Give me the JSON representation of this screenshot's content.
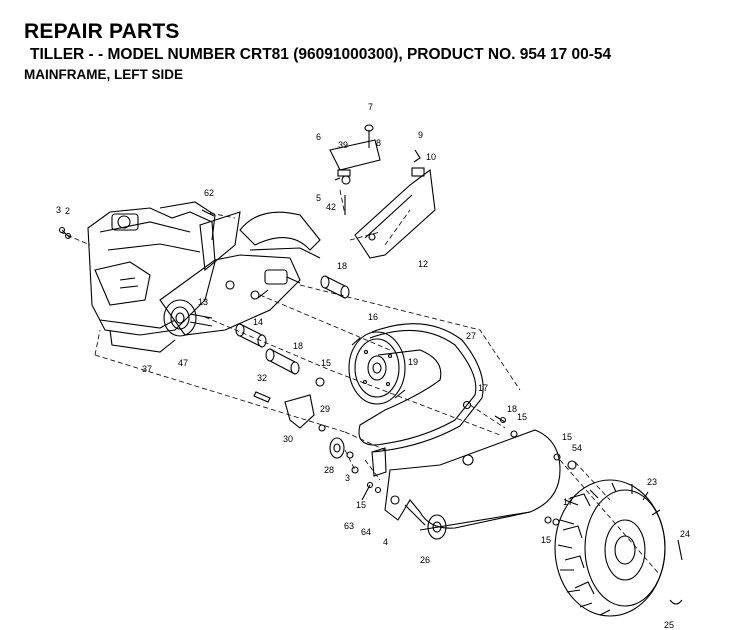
{
  "header": {
    "title": "REPAIR PARTS",
    "model_line": "TILLER - - MODEL NUMBER CRT81 (96091000300), PRODUCT NO. 954 17 00-54",
    "section": "MAINFRAME, LEFT SIDE"
  },
  "callouts": [
    "7",
    "6",
    "39",
    "8",
    "9",
    "10",
    "5",
    "42",
    "12",
    "62",
    "3",
    "2",
    "18",
    "16",
    "27",
    "13",
    "14",
    "18",
    "15",
    "19",
    "37",
    "47",
    "32",
    "17",
    "29",
    "18",
    "15",
    "15",
    "30",
    "54",
    "28",
    "3",
    "23",
    "17",
    "63",
    "64",
    "15",
    "4",
    "26",
    "15",
    "24",
    "25"
  ]
}
